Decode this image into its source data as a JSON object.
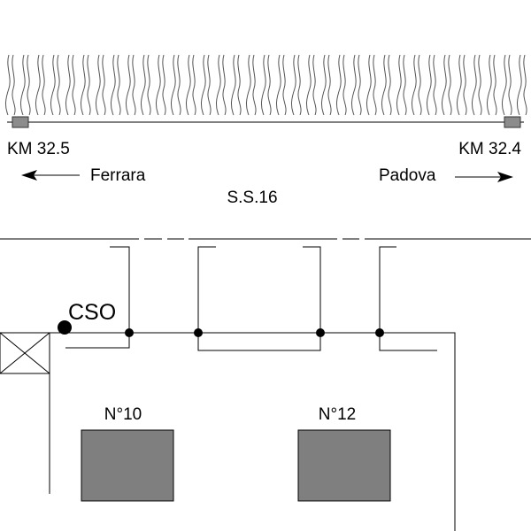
{
  "road": {
    "name": "S.S.16",
    "markers": [
      {
        "label": "KM 32.5",
        "side": "left"
      },
      {
        "label": "KM 32.4",
        "side": "right"
      }
    ],
    "directions": [
      {
        "label": "Ferrara",
        "arrow": "left"
      },
      {
        "label": "Padova",
        "arrow": "right"
      }
    ]
  },
  "plant": {
    "cso_label": "CSO"
  },
  "buildings": [
    {
      "label": "N°10"
    },
    {
      "label": "N°12"
    }
  ],
  "colors": {
    "line": "#000000",
    "building_fill": "#7f7f7f",
    "marker_fill": "#8c8c8c",
    "hedge": "#555555"
  }
}
